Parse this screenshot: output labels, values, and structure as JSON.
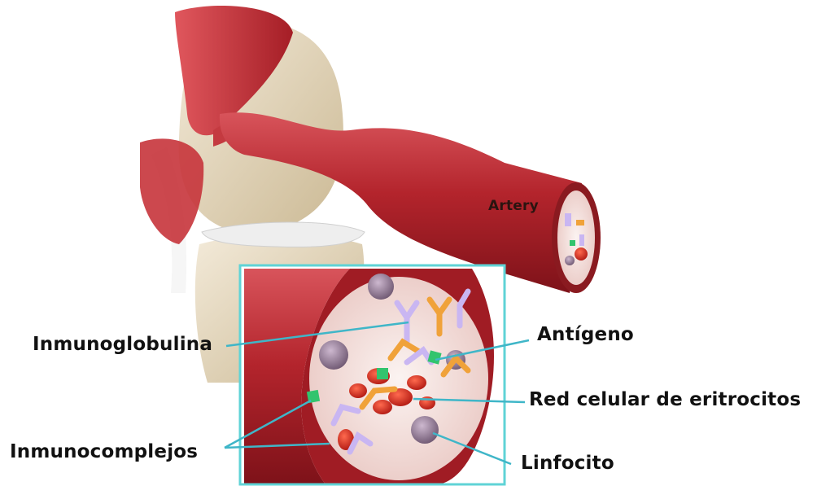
{
  "labels": {
    "artery": "Artery",
    "inmunoglobulina": "Inmunoglobulina",
    "antigeno": "Antígeno",
    "red_celular": "Red celular de eritrocitos",
    "inmunocomplejos": "Inmunocomplejos",
    "linfocito": "Linfocito"
  },
  "colors": {
    "artery": "#b3242c",
    "artery_dark": "#7e1219",
    "bone": "#e4d6bf",
    "cartilage": "#eeeeee",
    "muscle": "#c7343b",
    "inset_border": "#5fd3d6",
    "callout_line": "#3fb6c8",
    "antibody_lilac": "#c9b6f2",
    "antibody_orange": "#f0a23a",
    "antigen_green": "#32c46e",
    "rbc_red": "#d3281e",
    "lymphocyte": "#8d7890"
  }
}
